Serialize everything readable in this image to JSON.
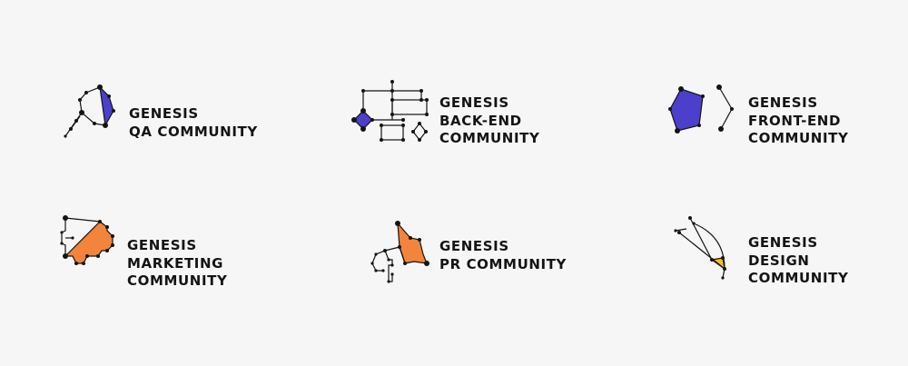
{
  "colors": {
    "ink": "#141414",
    "blue": "#4b3fcc",
    "orange": "#f2843b",
    "yellow": "#f2c21b",
    "background": "#f6f6f6"
  },
  "logos": [
    {
      "name": "qa",
      "icon": "qa-community-icon",
      "lines": [
        "GENESIS",
        "QA COMMUNITY"
      ]
    },
    {
      "name": "back-end",
      "icon": "back-end-community-icon",
      "lines": [
        "GENESIS",
        "BACK-END",
        "COMMUNITY"
      ]
    },
    {
      "name": "front-end",
      "icon": "front-end-community-icon",
      "lines": [
        "GENESIS",
        "FRONT-END",
        "COMMUNITY"
      ]
    },
    {
      "name": "marketing",
      "icon": "marketing-community-icon",
      "lines": [
        "GENESIS",
        "MARKETING",
        "COMMUNITY"
      ]
    },
    {
      "name": "pr",
      "icon": "pr-community-icon",
      "lines": [
        "GENESIS",
        "PR COMMUNITY"
      ]
    },
    {
      "name": "design",
      "icon": "design-community-icon",
      "lines": [
        "GENESIS",
        "DESIGN",
        "COMMUNITY"
      ]
    }
  ]
}
